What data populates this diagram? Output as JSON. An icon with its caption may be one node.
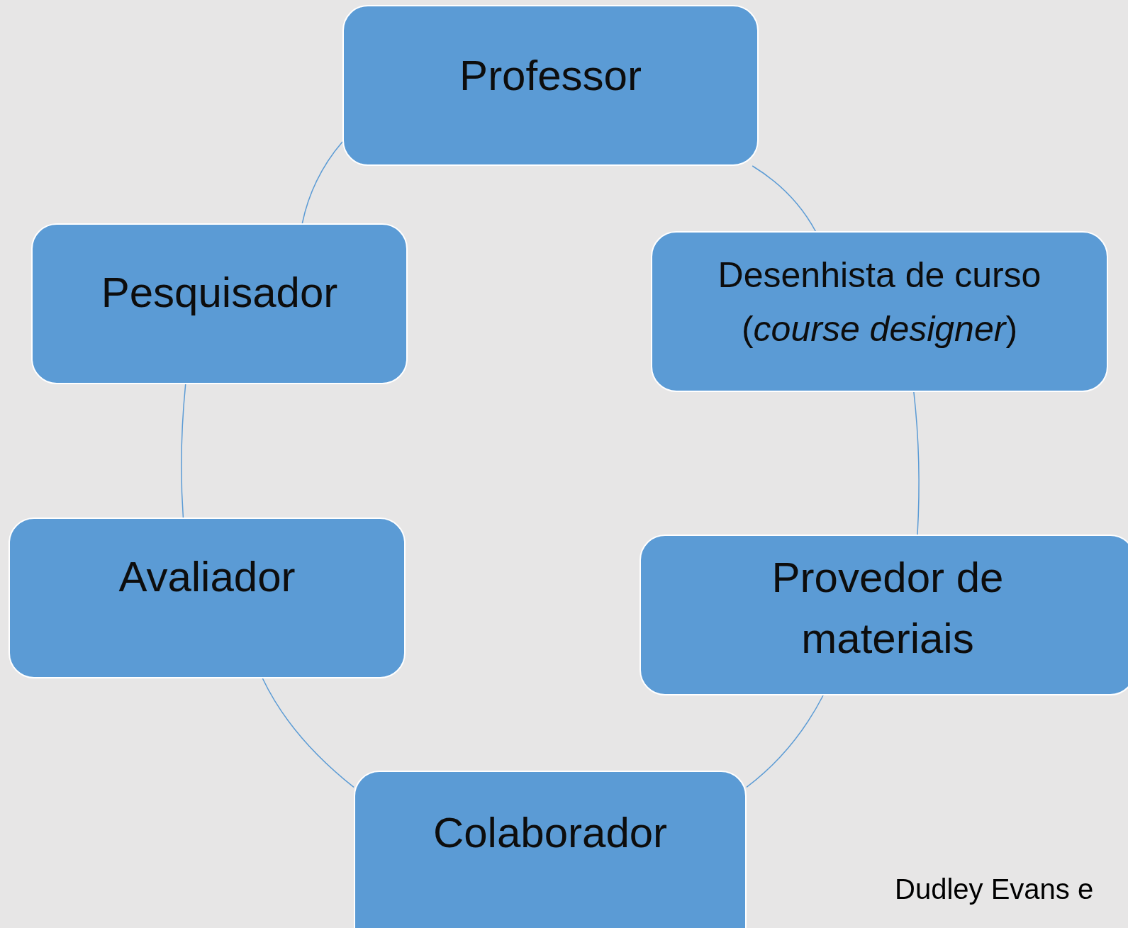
{
  "diagram": {
    "nodes": [
      {
        "text": [
          "Professor"
        ]
      },
      {
        "text": [
          "Desenhista de curso (*course designer*)"
        ]
      },
      {
        "text": [
          "Provedor de materiais"
        ]
      },
      {
        "text": [
          "Colaborador"
        ]
      },
      {
        "text": [
          "Avaliador"
        ]
      },
      {
        "text": [
          "Pesquisador"
        ]
      }
    ],
    "edges": [
      {
        "from": 0,
        "to": 1,
        "arrow": "none"
      },
      {
        "from": 1,
        "to": 2,
        "arrow": "none"
      },
      {
        "from": 2,
        "to": 3,
        "arrow": "none"
      },
      {
        "from": 3,
        "to": 4,
        "arrow": "none"
      },
      {
        "from": 4,
        "to": 5,
        "arrow": "none"
      },
      {
        "from": 5,
        "to": 0,
        "arrow": "none"
      }
    ],
    "labels": [
      "Dudley Evans e"
    ]
  }
}
